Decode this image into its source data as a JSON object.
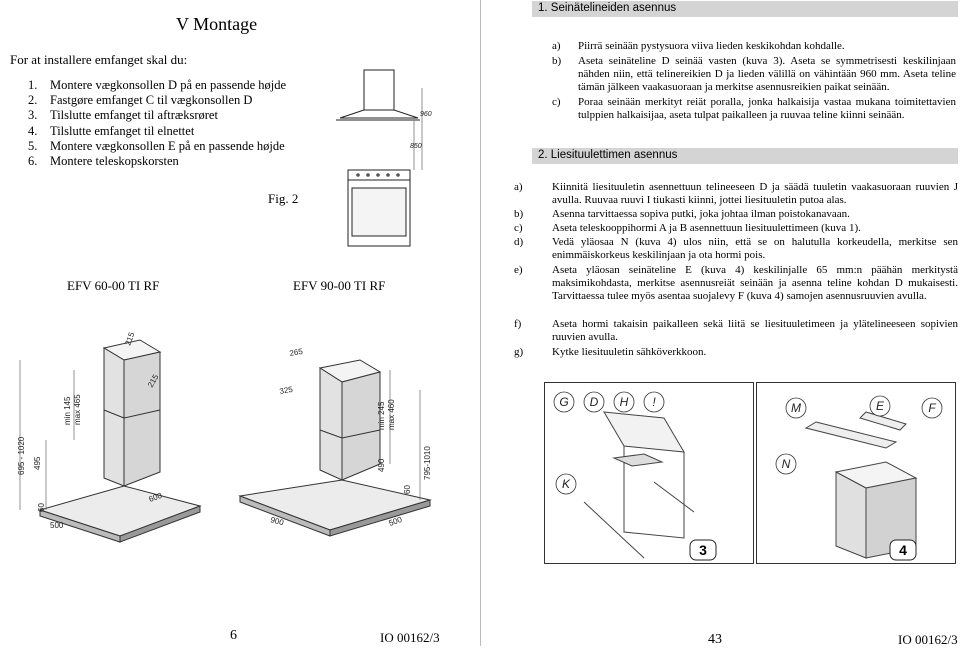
{
  "left_page": {
    "title": "V Montage",
    "intro": "For at installere emfanget skal du:",
    "steps": [
      {
        "num": "1.",
        "text": "Montere vægkonsollen D på en passende højde"
      },
      {
        "num": "2.",
        "text": "Fastgøre emfanget C til vægkonsollen D"
      },
      {
        "num": "3.",
        "text": "Tilslutte emfanget til aftræksrøret"
      },
      {
        "num": "4.",
        "text": "Tilslutte emfanget til elnettet"
      },
      {
        "num": "5.",
        "text": "Montere vægkonsollen E på en passende højde"
      },
      {
        "num": "6.",
        "text": "Montere teleskopskorsten"
      }
    ],
    "figure_label": "Fig. 2",
    "figure_dims": {
      "d960": "960",
      "d850": "850"
    },
    "models": [
      "EFV 60-00 TI RF",
      "EFV 90-00 TI RF"
    ],
    "drawing1_dims": [
      "215",
      "215",
      "min 145",
      "max 465",
      "695 - 1020",
      "495",
      "60",
      "500",
      "600"
    ],
    "drawing2_dims": [
      "265",
      "325",
      "min 245",
      "max 460",
      "490",
      "795-1010",
      "60",
      "500",
      "900"
    ],
    "page_number": "6",
    "doc_code": "IO 00162/3"
  },
  "right_page": {
    "section1_title": "1. Seinätelineiden asennus",
    "section1_items": [
      {
        "label": "a)",
        "text": "Piirrä seinään pystysuora viiva lieden keskikohdan kohdalle."
      },
      {
        "label": "b)",
        "text": "Aseta seinäteline D seinää vasten (kuva 3). Aseta se symmetrisesti keskilinjaan nähden niin, että telinereikien D ja lieden välillä on vähintään 960 mm. Aseta teline tämän jälkeen vaakasuoraan ja merkitse asennusreikien paikat seinään."
      },
      {
        "label": "c)",
        "text": "Poraa seinään merkityt reiät poralla, jonka halkaisija vastaa mukana toimitettavien tulppien halkaisijaa, aseta tulpat paikalleen ja ruuvaa teline kiinni seinään."
      }
    ],
    "section2_title": "2. Liesituulettimen asennus",
    "section2_items": [
      {
        "label": "a)",
        "text": "Kiinnitä liesituuletin asennettuun telineeseen D ja säädä tuuletin vaakasuoraan ruuvien J avulla. Ruuvaa ruuvi I tiukasti kiinni, jottei liesituuletin putoa alas."
      },
      {
        "label": "b)",
        "text": "Asenna tarvittaessa sopiva putki, joka johtaa ilman poistokanavaan."
      },
      {
        "label": "c)",
        "text": "Aseta teleskooppihormi A ja B asennettuun liesituulettimeen (kuva 1)."
      },
      {
        "label": "d)",
        "text": "Vedä yläosaa N (kuva 4) ulos niin, että se on halutulla korkeudella, merkitse sen enimmäiskorkeus keskilinjaan ja ota hormi pois."
      },
      {
        "label": "e)",
        "text": "Aseta yläosan seinäteline E (kuva 4) keskilinjalle 65 mm:n päähän merkitystä maksimikohdasta, merkitse asennusreiät seinään ja asenna teline kohdan D mukaisesti. Tarvittaessa tulee myös asentaa suojalevy F (kuva 4) samojen asennusruuvien avulla."
      },
      {
        "label": "f)",
        "text": "Aseta hormi takaisin paikalleen sekä liitä se liesituuletimeen ja ylätelineeseen sopivien ruuvien avulla."
      },
      {
        "label": "g)",
        "text": "Kytke liesituuletin sähköverkkoon."
      }
    ],
    "figure3_parts": [
      "G",
      "D",
      "H",
      "!",
      "K"
    ],
    "figure4_parts": [
      "M",
      "E",
      "F",
      "N"
    ],
    "figure3_label": "3",
    "figure4_label": "4",
    "page_number": "43",
    "doc_code": "IO 00162/3"
  }
}
